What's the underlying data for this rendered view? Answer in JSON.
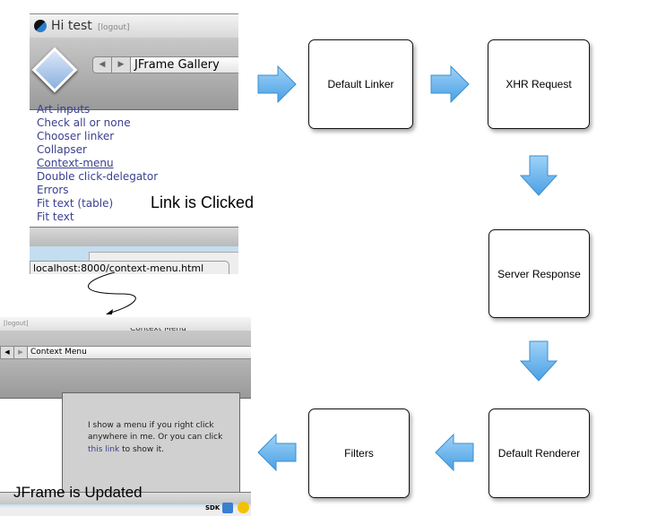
{
  "screenshot_before": {
    "greeting": "Hi test",
    "logout": "[logout]",
    "location": "JFrame Gallery",
    "links": [
      "Art-inputs",
      "Check all or none",
      "Chooser linker",
      "Collapser",
      "Context-menu",
      "Double click-delegator",
      "Errors",
      "Fit text",
      "Fit text"
    ],
    "link_suffix": "(table)",
    "status_url": "localhost:8000/context-menu.html"
  },
  "caption_clicked": "Link is Clicked",
  "screenshot_after": {
    "logout": "[logout]",
    "title": "Context Menu",
    "location": "Context Menu",
    "body_text": "I show a menu if you right click anywhere in me. Or you can click",
    "link_text": "this link",
    "body_tail": "to show it.",
    "dock_label": "SDK"
  },
  "caption_updated": "JFrame is Updated",
  "flow": [
    "Default Linker",
    "XHR Request",
    "Server Response",
    "Default Renderer",
    "Filters"
  ],
  "colors": {
    "arrow_fill": "#6cb6ee",
    "arrow_stroke": "#3a8fd0"
  }
}
